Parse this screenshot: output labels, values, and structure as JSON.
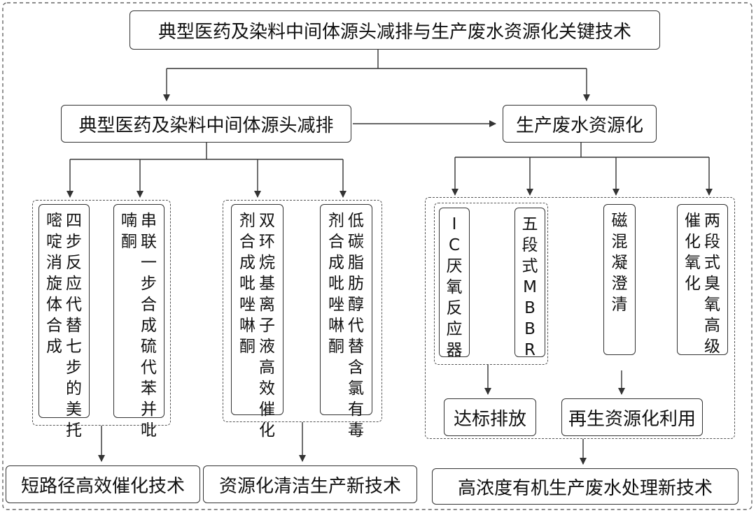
{
  "title": "典型医药及染料中间体源头减排与生产废水资源化关键技术",
  "branch_left": "典型医药及染料中间体源头减排",
  "branch_right": "生产废水资源化",
  "vertical_items": [
    {
      "id": "v1",
      "lines": [
        "四步反应代替七步的美托",
        "嘧啶消旋体合成"
      ]
    },
    {
      "id": "v2",
      "lines": [
        "串联一步合成硫代苯并吡",
        "喃酮"
      ]
    },
    {
      "id": "v3",
      "lines": [
        "双环烷基离子液高效催化",
        "剂合成吡唑啉酮"
      ]
    },
    {
      "id": "v4",
      "lines": [
        "低碳脂肪醇代替含氯有毒",
        "剂合成吡唑啉酮"
      ]
    },
    {
      "id": "v5",
      "lines": [
        "IC厌氧反应器"
      ]
    },
    {
      "id": "v6",
      "lines": [
        "五段式MBBR"
      ]
    },
    {
      "id": "v7",
      "lines": [
        "磁混凝澄清"
      ]
    },
    {
      "id": "v8",
      "lines": [
        "两段式臭氧高级",
        "催化氧化"
      ]
    }
  ],
  "outcome_discharge": "达标排放",
  "outcome_reuse": "再生资源化利用",
  "result_1": "短路径高效催化技术",
  "result_2": "资源化清洁生产新技术",
  "result_3": "高浓度有机生产废水处理新技术"
}
